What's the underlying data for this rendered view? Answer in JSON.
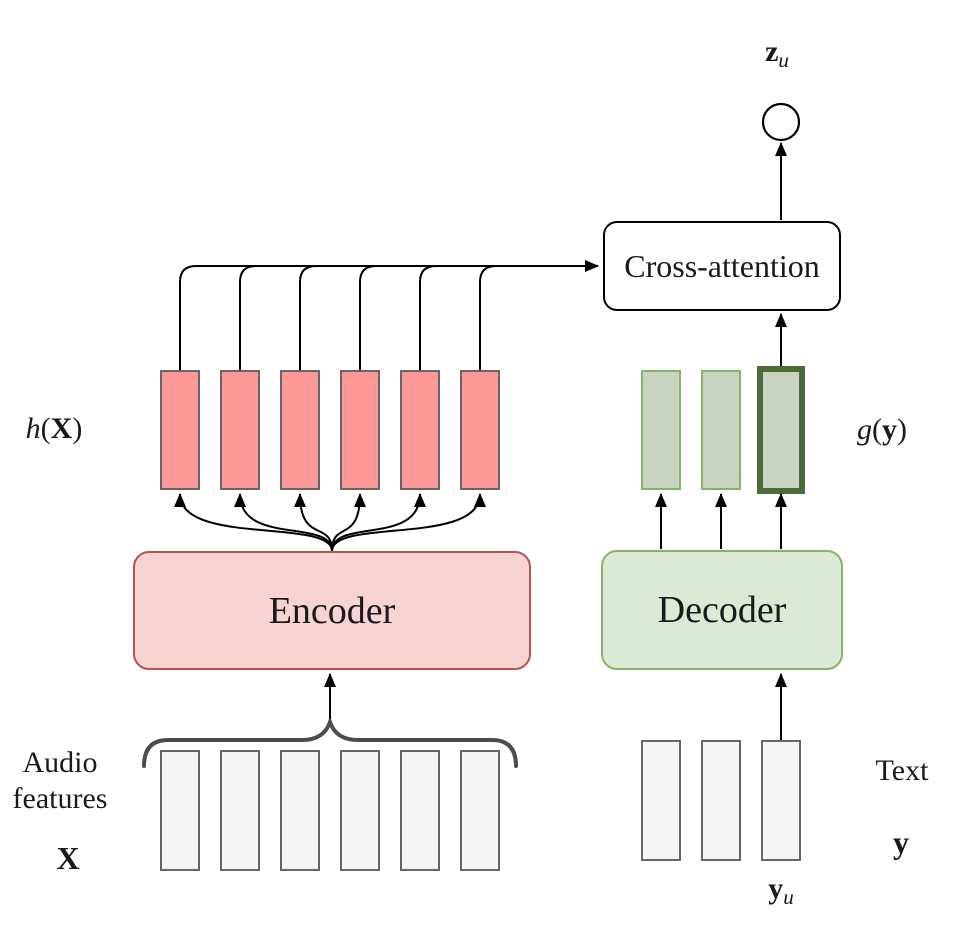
{
  "diagram": {
    "title_hint": "encoder-decoder with cross-attention",
    "boxes": {
      "cross_attention": "Cross-attention",
      "encoder": "Encoder",
      "decoder": "Decoder"
    },
    "labels": {
      "audio_line1": "Audio",
      "audio_line2": "features",
      "audio_symbol": "X",
      "text": "Text",
      "text_symbol": "y"
    },
    "symbols": {
      "hX": {
        "func": "h",
        "open": "(",
        "arg": "X",
        "close": ")"
      },
      "gy": {
        "func": "g",
        "open": "(",
        "arg": "y",
        "close": ")"
      },
      "zu": {
        "base": "z",
        "sub": "u"
      },
      "yu": {
        "base": "y",
        "sub": "u"
      }
    },
    "counts": {
      "encoder_output_bars": 6,
      "audio_feature_bars": 6,
      "decoder_output_bars": 3,
      "text_token_bars": 3
    }
  },
  "colors": {
    "bg": "#ffffff",
    "text": "#1a1a1a",
    "line": "#000000",
    "brace": "#4d4d4d",
    "encoder-fill": "#f7d3d1",
    "encoder-border": "#b85450",
    "decoder-fill": "#dcead5",
    "decoder-border": "#84b662",
    "enc-bar-fill": "#fc9898",
    "bar-border": "#666666",
    "dec-bar-fill": "#c8d4c0",
    "dec-bar-border": "#85b368",
    "dec-bar-active-border": "#4c6b39",
    "gray-bar-fill": "#f5f5f5"
  }
}
